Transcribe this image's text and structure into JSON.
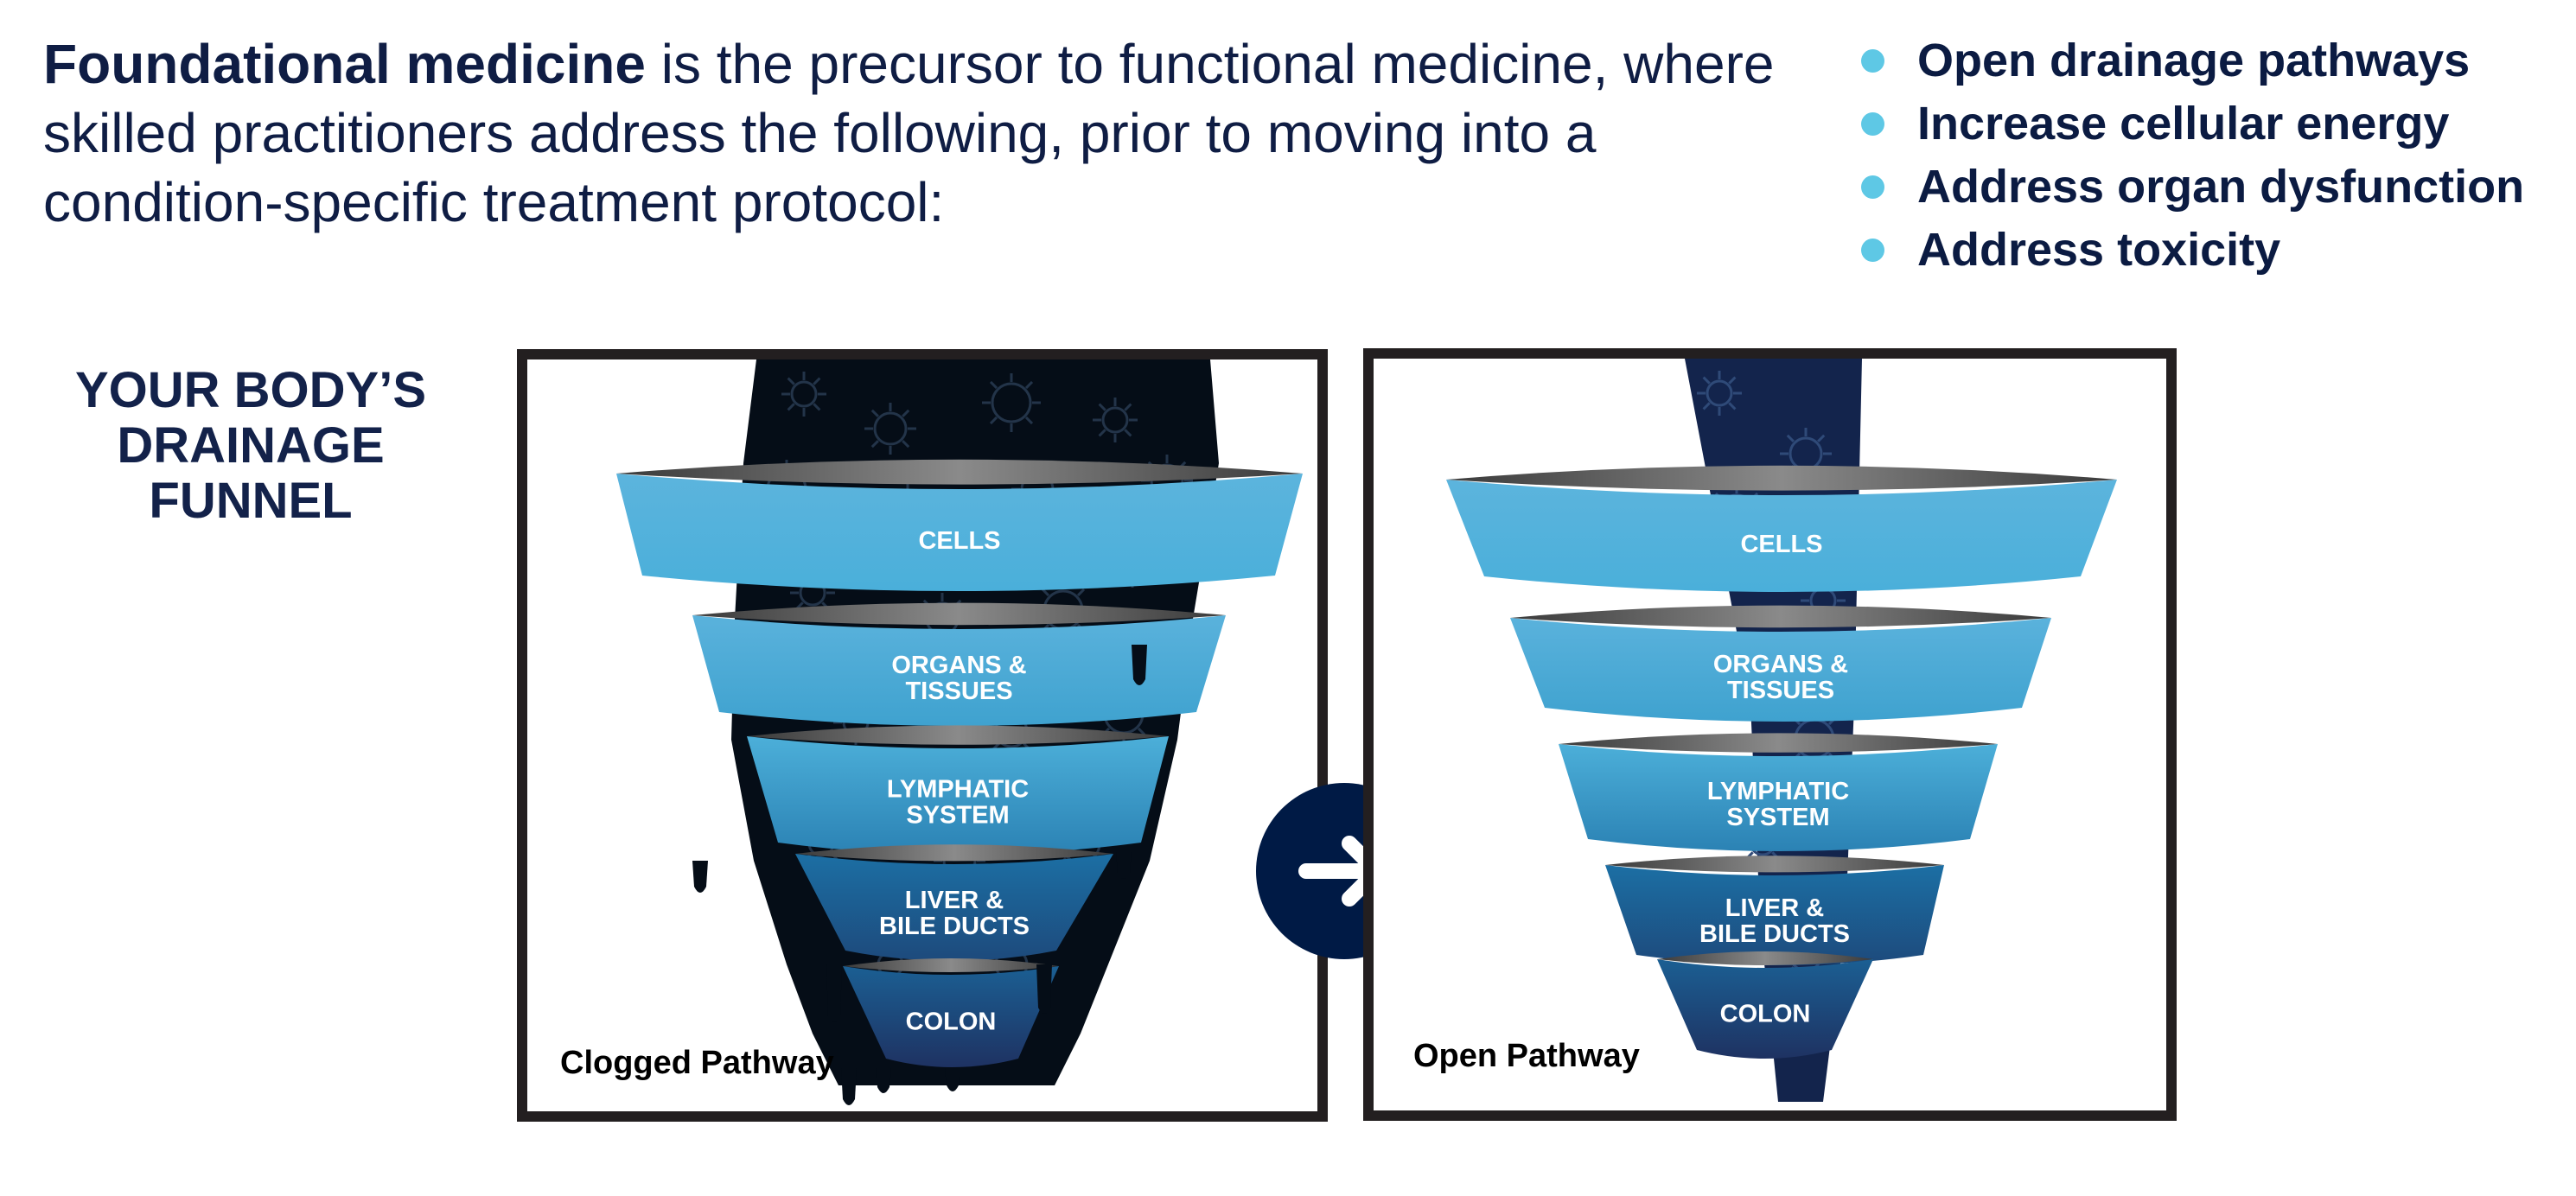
{
  "intro": {
    "lead": "Foundational medicine",
    "rest": " is the precursor to functional medicine, where skilled practitioners address the following, prior to moving into a condition-specific treatment protocol:"
  },
  "bullets": [
    {
      "label": "Open drainage pathways"
    },
    {
      "label": "Increase cellular energy"
    },
    {
      "label": "Address organ dysfunction"
    },
    {
      "label": "Address toxicity"
    }
  ],
  "heading": {
    "lines": [
      "YOUR BODY’S",
      "DRAINAGE",
      "FUNNEL"
    ]
  },
  "funnel_levels": [
    {
      "lines": [
        "CELLS"
      ]
    },
    {
      "lines": [
        "ORGANS &",
        "TISSUES"
      ]
    },
    {
      "lines": [
        "LYMPHATIC",
        "SYSTEM"
      ]
    },
    {
      "lines": [
        "LIVER &",
        "BILE DUCTS"
      ]
    },
    {
      "lines": [
        "COLON"
      ]
    }
  ],
  "panels": {
    "clogged": {
      "label": "Clogged Pathway"
    },
    "open": {
      "label": "Open Pathway"
    }
  },
  "transition": {
    "icon": "arrow-right-icon"
  },
  "colors": {
    "navy": "#0f1d44",
    "bullet": "#5ec8e5",
    "band_light": "#56b3dc",
    "band_dark": "#1d3d6e",
    "sludge": "#050d17",
    "open_stream": "#13244c",
    "arrow_circle": "#001a45"
  }
}
